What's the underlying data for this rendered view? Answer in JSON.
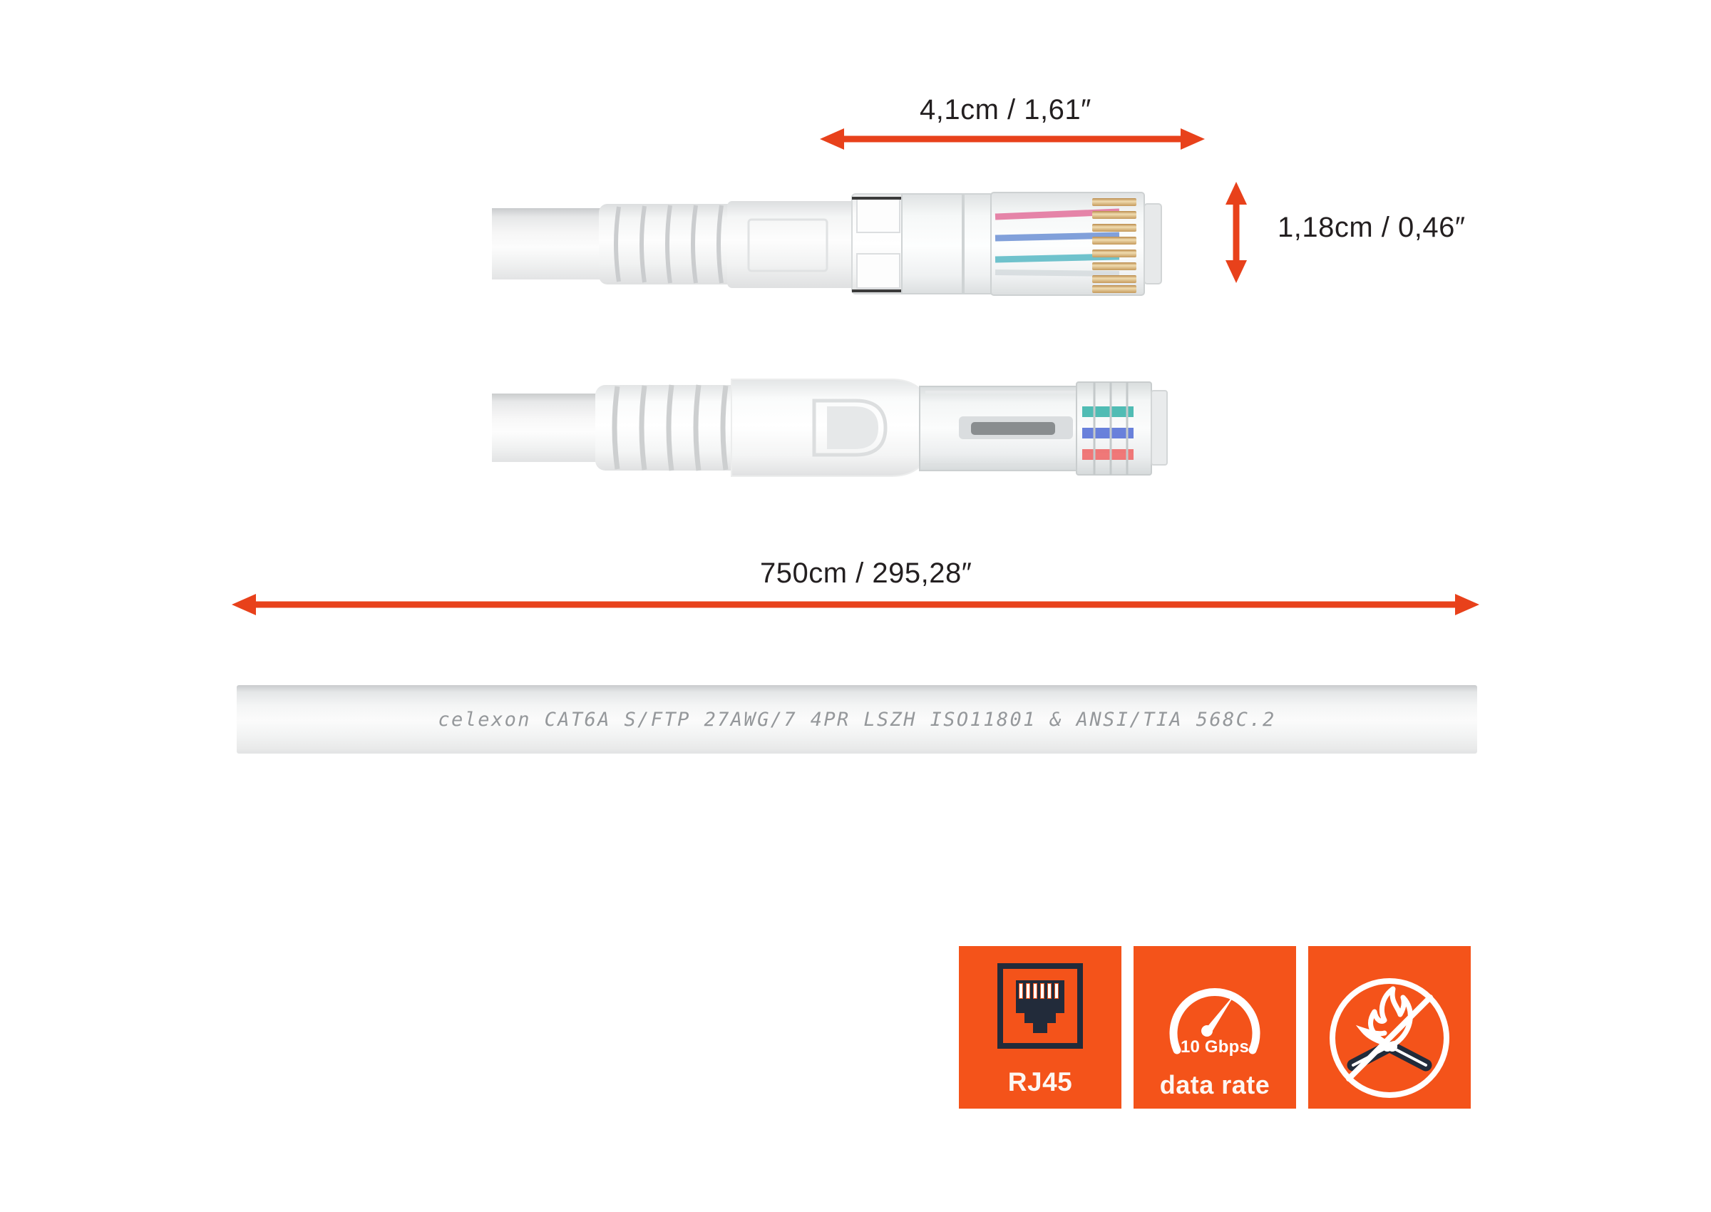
{
  "product": {
    "type": "ethernet-patch-cable",
    "jacket_print": "celexon CAT6A S/FTP 27AWG/7 4PR LSZH ISO11801 & ANSI/TIA 568C.2"
  },
  "dimensions": {
    "plug_length": "4,1cm / 1,61″",
    "plug_height": "1,18cm / 0,46″",
    "cable_length": "750cm / 295,28″"
  },
  "badges": [
    {
      "id": "rj45",
      "label": "RJ45",
      "icon": "rj45-port-icon"
    },
    {
      "id": "datarate",
      "label": "data rate",
      "icon": "speedometer-icon",
      "value": "10 Gbps"
    },
    {
      "id": "flame",
      "label": "",
      "icon": "no-flame-icon"
    }
  ],
  "colors": {
    "accent": "#F4531A",
    "arrow": "#E8411B",
    "text": "#231f20",
    "jacket_print": "#8e9194",
    "badge_text": "#fdf6f2",
    "port_dark": "#222b3a"
  }
}
